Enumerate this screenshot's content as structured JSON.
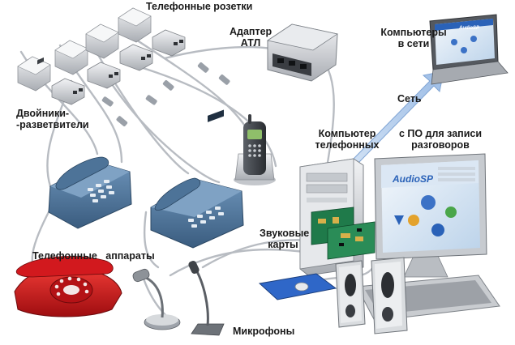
{
  "labels": {
    "rosettes": "Телефонные розетки",
    "atl_1": "Адаптер",
    "atl_2": "АТЛ",
    "pcs_1": "Компьютеры",
    "pcs_2": "в сети",
    "network": "Сеть",
    "rec_pc_1a": "Компьютер",
    "rec_pc_1b": "телефонных",
    "rec_pc_2a": "с ПО для записи",
    "rec_pc_2b": "разговоров",
    "splitters_1": "Двойники-",
    "splitters_2": "-разветвители",
    "sound_cards_1": "Звуковые",
    "sound_cards_2": "карты",
    "phones_1": "Телефонные",
    "phones_2": "аппараты",
    "microphones": "Микрофоны"
  },
  "screens": {
    "monitor_title": "AudioSP",
    "laptop_title": "AudioSP"
  },
  "colors": {
    "cable": "#b8bcc2",
    "phone_blue": "#4a6f93",
    "phone_red": "#c8141a",
    "monitor_screen": "#e4eef8",
    "accent_blue": "#2a62b8"
  }
}
